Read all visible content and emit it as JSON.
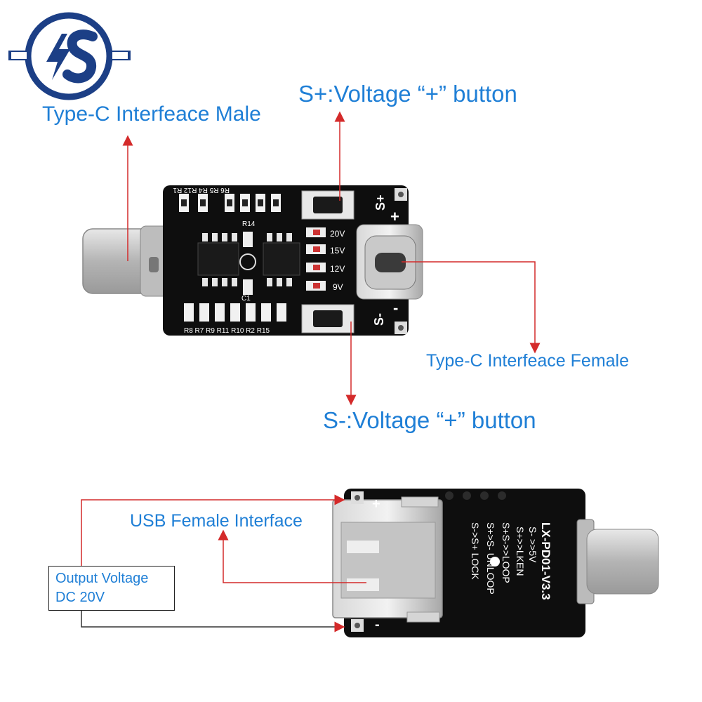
{
  "callouts": {
    "type_c_male": "Type-C Interfeace Male",
    "s_plus_button": "S+:Voltage “+” button",
    "type_c_female": "Type-C Interfeace Female",
    "s_minus_button": "S-:Voltage “+” button",
    "usb_female": "USB Female Interface",
    "output_voltage_line1": "Output  Voltage",
    "output_voltage_line2": "DC 20V"
  },
  "board_top": {
    "resistor_labels_top": "R6 R5 R4 R12 R1",
    "resistor_labels_bottom": "R8 R7 R9 R11 R10 R2 R15",
    "r14_label": "R14",
    "c1_label": "C1",
    "voltage_leds": [
      "20V",
      "15V",
      "12V",
      "9V"
    ],
    "s_plus_mark": "S+",
    "s_minus_mark": "S-",
    "plus_mark": "+",
    "minus_mark": "-"
  },
  "board_bottom": {
    "model": "LX-PD01-V3.3",
    "instructions": [
      "S- >>5V",
      "S+>>LKEN",
      "S+S->>LOOP",
      "S+>S- UNLOOP",
      "S->S+ LOCK"
    ],
    "plus_mark": "+",
    "minus_mark": "-"
  },
  "colors": {
    "label_blue": "#1f7fd6",
    "pointer_red": "#d42a2a",
    "pcb_black": "#0e0e0e",
    "logo_navy": "#1c3f86"
  },
  "logo": {
    "icon": "lightning-s-logo"
  }
}
